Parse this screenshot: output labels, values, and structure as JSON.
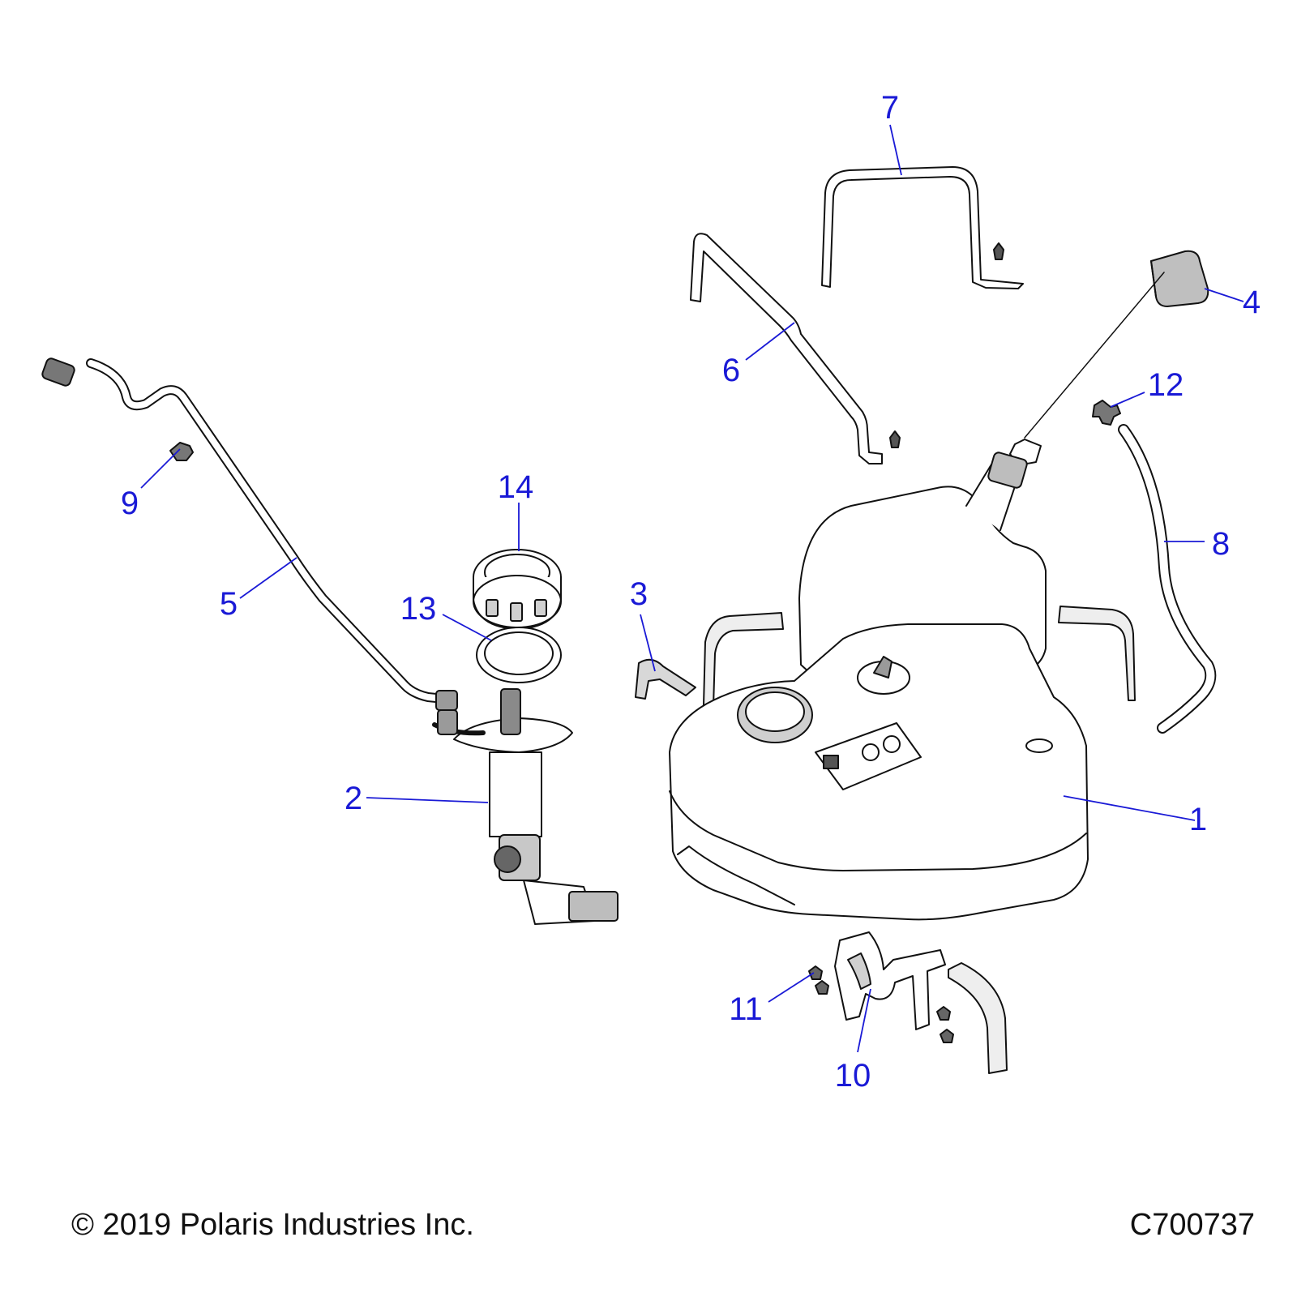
{
  "colors": {
    "callout": "#1a1ad6",
    "line": "#111111",
    "part_fill": "#ffffff",
    "shade": "#d0d0d0",
    "dark": "#555555"
  },
  "callouts": [
    {
      "id": "1",
      "text": "1",
      "part": "fuel-tank"
    },
    {
      "id": "2",
      "text": "2",
      "part": "fuel-pump-assembly"
    },
    {
      "id": "3",
      "text": "3",
      "part": "tank-pad"
    },
    {
      "id": "4",
      "text": "4",
      "part": "fuel-cap-with-tether"
    },
    {
      "id": "5",
      "text": "5",
      "part": "fuel-line"
    },
    {
      "id": "6",
      "text": "6",
      "part": "tank-strap-diagonal"
    },
    {
      "id": "7",
      "text": "7",
      "part": "tank-strap-rear"
    },
    {
      "id": "8",
      "text": "8",
      "part": "vent-hose"
    },
    {
      "id": "9",
      "text": "9",
      "part": "hose-clip"
    },
    {
      "id": "10",
      "text": "10",
      "part": "mounting-bracket"
    },
    {
      "id": "11",
      "text": "11",
      "part": "bracket-bolts"
    },
    {
      "id": "12",
      "text": "12",
      "part": "vent-fitting"
    },
    {
      "id": "13",
      "text": "13",
      "part": "pump-seal-gasket"
    },
    {
      "id": "14",
      "text": "14",
      "part": "lock-ring"
    }
  ],
  "footer": {
    "copyright": "© 2019 Polaris Industries Inc.",
    "drawing_number": "C700737"
  }
}
